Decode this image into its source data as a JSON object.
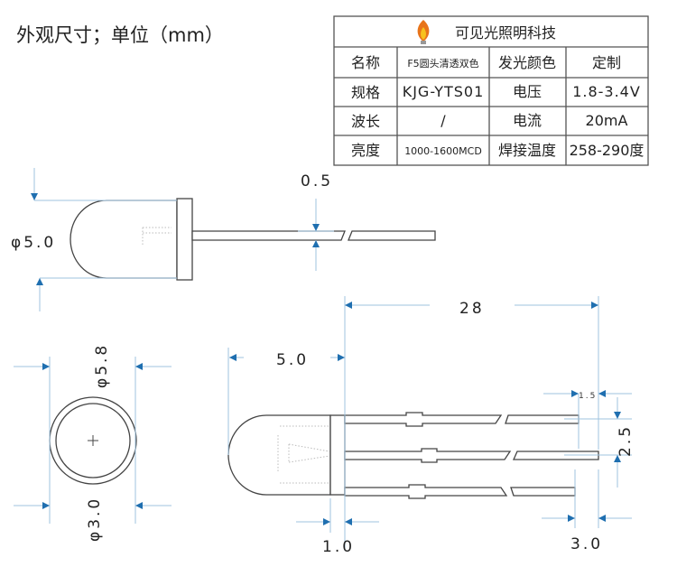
{
  "title": "外观尺寸；单位（mm）",
  "table": {
    "brand": "可见光照明科技",
    "rows": [
      [
        "名称",
        "F5圆头清透双色",
        "发光颜色",
        "定制"
      ],
      [
        "规格",
        "KJG-YTS01",
        "电压",
        "1.8-3.4V"
      ],
      [
        "波长",
        "/",
        "电流",
        "20mA"
      ],
      [
        "亮度",
        "1000-1600MCD",
        "焊接温度",
        "258-290度"
      ]
    ]
  },
  "dimensions": {
    "side_diameter": "φ5.0",
    "lead_width": "0.5",
    "top_diameter_outer": "φ5.8",
    "top_diameter_inner": "φ3.0",
    "lead_length": "28",
    "body_length": "5.0",
    "flange_width": "1.0",
    "lead_offset_1": "1.5",
    "lead_pitch": "2.5",
    "lead_offset_2": "3.0"
  },
  "colors": {
    "arrow": "#1f6fb0",
    "dimension_line": "#9fc3df"
  }
}
